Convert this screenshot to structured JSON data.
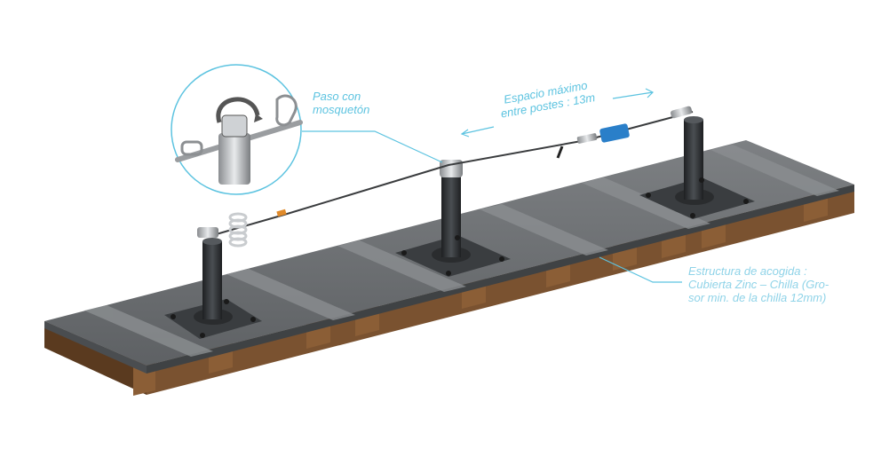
{
  "annotations": {
    "paso": {
      "line1": "Paso con",
      "line2": "mosquetón"
    },
    "espacio": {
      "line1": "Espacio máximo",
      "line2": "entre postes : 13m"
    },
    "estructura": {
      "line1": "Estructura de acogida :",
      "line2": "Cubierta Zinc – Chilla (Gro-",
      "line3": "sor min. de la chilla 12mm)"
    }
  },
  "colors": {
    "annotation": "#5cc3e0",
    "roof": "#6b6e70",
    "wood": "#7a5230",
    "tensioner": "#2a7fc9",
    "post": "#2e3134"
  }
}
